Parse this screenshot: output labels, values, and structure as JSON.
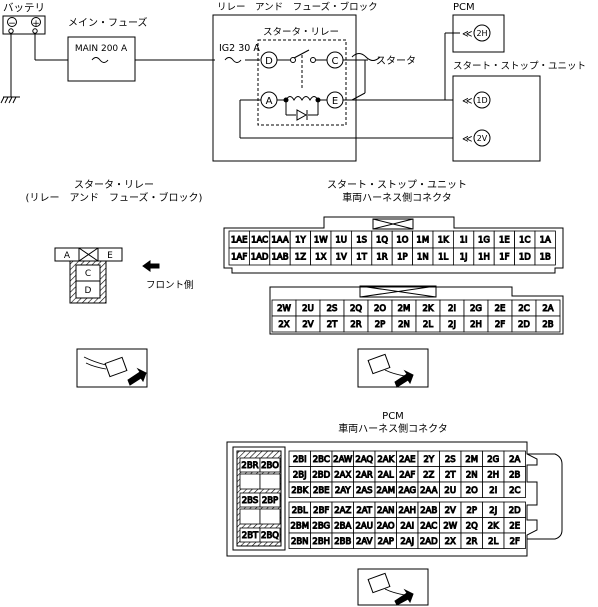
{
  "top": {
    "battery": {
      "label": "バッテリ",
      "minus": "−",
      "plus": "+"
    },
    "main_fuse": {
      "title": "メイン・フューズ",
      "label": "MAIN 200 A"
    },
    "relay_block": {
      "title": "リレー　アンド　フューズ・ブロック",
      "fuse_label": "IG2 30 A"
    },
    "starter_relay": {
      "title": "スタータ・リレー",
      "term_d": "D",
      "term_c": "C",
      "term_a": "A",
      "term_e": "E"
    },
    "starter_label": "スタータ",
    "pcm": {
      "title": "PCM",
      "pin": "2H"
    },
    "ssu": {
      "title": "スタート・ストップ・ユニット",
      "pin_1d": "1D",
      "pin_2v": "2V"
    }
  },
  "relay_connector": {
    "title1": "スタータ・リレー",
    "title2": "(リレー　アンド　フューズ・ブロック)",
    "a": "A",
    "e": "E",
    "c": "C",
    "d": "D",
    "front_label": "フロント側"
  },
  "ssu_connector": {
    "title1": "スタート・ストップ・ユニット",
    "title2": "車両ハーネス側コネクタ",
    "top_rows": [
      [
        "1AE",
        "1AC",
        "1AA",
        "1Y",
        "1W",
        "1U",
        "1S",
        "1Q",
        "1O",
        "1M",
        "1K",
        "1I",
        "1G",
        "1E",
        "1C",
        "1A"
      ],
      [
        "1AF",
        "1AD",
        "1AB",
        "1Z",
        "1X",
        "1V",
        "1T",
        "1R",
        "1P",
        "1N",
        "1L",
        "1J",
        "1H",
        "1F",
        "1D",
        "1B"
      ]
    ],
    "bottom_rows": [
      [
        "2W",
        "2U",
        "2S",
        "2Q",
        "2O",
        "2M",
        "2K",
        "2I",
        "2G",
        "2E",
        "2C",
        "2A"
      ],
      [
        "2X",
        "2V",
        "2T",
        "2R",
        "2P",
        "2N",
        "2L",
        "2J",
        "2H",
        "2F",
        "2D",
        "2B"
      ]
    ]
  },
  "pcm_connector": {
    "title1": "PCM",
    "title2": "車両ハーネス側コネクタ",
    "left_pins": [
      "2BR",
      "2BO",
      "2BS",
      "2BP",
      "2BT",
      "2BQ"
    ],
    "upper_rows": [
      [
        "2BI",
        "2BC",
        "2AW",
        "2AQ",
        "2AK",
        "2AE",
        "2Y",
        "2S",
        "2M",
        "2G",
        "2A"
      ],
      [
        "2BJ",
        "2BD",
        "2AX",
        "2AR",
        "2AL",
        "2AF",
        "2Z",
        "2T",
        "2N",
        "2H",
        "2B"
      ],
      [
        "2BK",
        "2BE",
        "2AY",
        "2AS",
        "2AM",
        "2AG",
        "2AA",
        "2U",
        "2O",
        "2I",
        "2C"
      ]
    ],
    "lower_rows": [
      [
        "2BL",
        "2BF",
        "2AZ",
        "2AT",
        "2AN",
        "2AH",
        "2AB",
        "2V",
        "2P",
        "2J",
        "2D"
      ],
      [
        "2BM",
        "2BG",
        "2BA",
        "2AU",
        "2AO",
        "2AI",
        "2AC",
        "2W",
        "2Q",
        "2K",
        "2E"
      ],
      [
        "2BN",
        "2BH",
        "2BB",
        "2AV",
        "2AP",
        "2AJ",
        "2AD",
        "2X",
        "2R",
        "2L",
        "2F"
      ]
    ]
  }
}
